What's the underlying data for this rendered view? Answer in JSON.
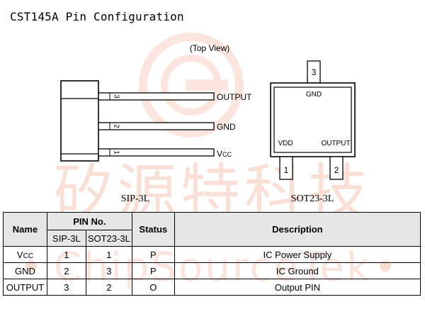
{
  "title": "CST145A Pin Configuration",
  "diagram": {
    "view_label": "(Top View)",
    "sip": {
      "name": "SIP-3L",
      "pins": [
        {
          "number": "3",
          "label": "OUTPUT"
        },
        {
          "number": "2",
          "label": "GND"
        },
        {
          "number": "1",
          "label_main": "V",
          "label_sub": "CC"
        }
      ]
    },
    "sot": {
      "name": "SOT23-3L",
      "top_pin": "3",
      "top_label": "GND",
      "left_label": "VDD",
      "right_label": "OUTPUT",
      "bottom_pins": [
        "1",
        "2"
      ]
    }
  },
  "watermark": {
    "chinese": "矽源特科技",
    "english": "ChipSourceTek"
  },
  "table": {
    "headers": {
      "name": "Name",
      "pin_no": "PIN No.",
      "sip": "SIP-3L",
      "sot": "SOT23-3L",
      "status": "Status",
      "description": "Description"
    },
    "rows": [
      {
        "name_main": "V",
        "name_sub": "CC",
        "sip": "1",
        "sot": "1",
        "status": "P",
        "description": "IC Power Supply"
      },
      {
        "name_main": "GND",
        "name_sub": "",
        "sip": "2",
        "sot": "3",
        "status": "P",
        "description": "IC Ground"
      },
      {
        "name_main": "OUTPUT",
        "name_sub": "",
        "sip": "3",
        "sot": "2",
        "status": "O",
        "description": "Output PIN"
      }
    ]
  }
}
